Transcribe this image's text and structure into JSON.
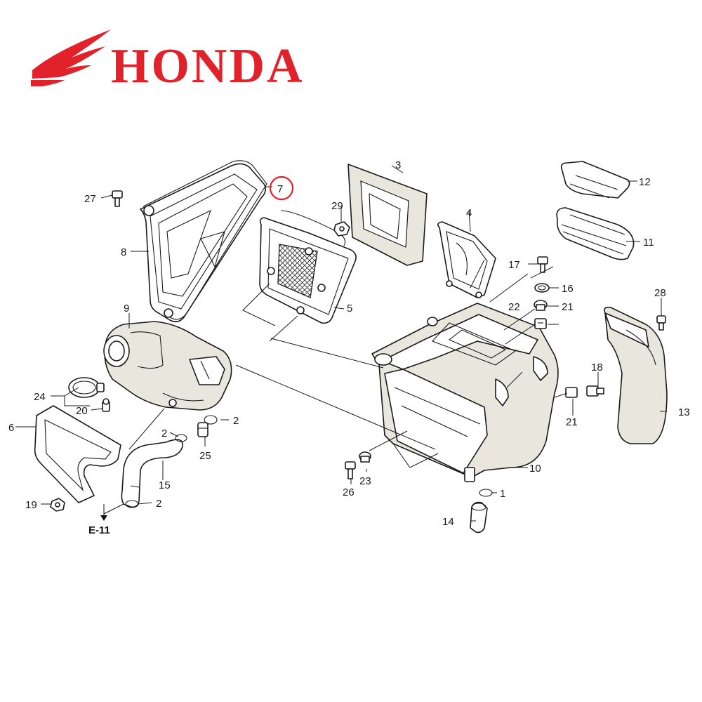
{
  "brand": {
    "wordmark": "HONDA",
    "color": "#e2222a"
  },
  "diagram": {
    "reference_code": "E-11",
    "highlight_color": "#e2222a",
    "highlighted_callout": "7",
    "callouts": {
      "c1": "1",
      "c2a": "2",
      "c2b": "2",
      "c2c": "2",
      "c3": "3",
      "c4": "4",
      "c5": "5",
      "c6": "6",
      "c7": "7",
      "c8": "8",
      "c9": "9",
      "c10": "10",
      "c11": "11",
      "c12": "12",
      "c13": "13",
      "c14": "14",
      "c15": "15",
      "c16": "16",
      "c17": "17",
      "c18": "18",
      "c19": "19",
      "c20": "20",
      "c21a": "21",
      "c21b": "21",
      "c22": "22",
      "c23": "23",
      "c24": "24",
      "c25": "25",
      "c26": "26",
      "c27": "27",
      "c28": "28",
      "c29": "29"
    }
  }
}
